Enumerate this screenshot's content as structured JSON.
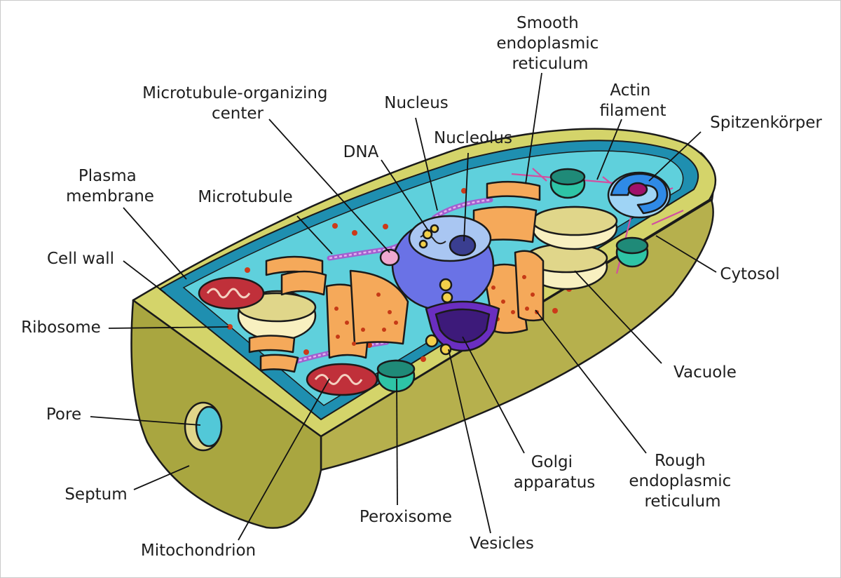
{
  "labels": {
    "smooth_er": [
      "Smooth",
      "endoplasmic",
      "reticulum"
    ],
    "actin": [
      "Actin",
      "filament"
    ],
    "spitzenkorper": [
      "Spitzenkörper"
    ],
    "mtoc": [
      "Microtubule-organizing",
      "center"
    ],
    "nucleus": [
      "Nucleus"
    ],
    "nucleolus": [
      "Nucleolus"
    ],
    "dna": [
      "DNA"
    ],
    "plasma_membrane": [
      "Plasma",
      "membrane"
    ],
    "microtubule": [
      "Microtubule"
    ],
    "cell_wall": [
      "Cell wall"
    ],
    "cytosol": [
      "Cytosol"
    ],
    "ribosome": [
      "Ribosome"
    ],
    "vacuole": [
      "Vacuole"
    ],
    "pore": [
      "Pore"
    ],
    "septum": [
      "Septum"
    ],
    "golgi": [
      "Golgi",
      "apparatus"
    ],
    "rough_er": [
      "Rough",
      "endoplasmic",
      "reticulum"
    ],
    "peroxisome": [
      "Peroxisome"
    ],
    "vesicles": [
      "Vesicles"
    ],
    "mitochondrion": [
      "Mitochondrion"
    ]
  },
  "colors": {
    "cell_wall": "#c9c85c",
    "cell_wall_shade": "#a9a64a",
    "plasma_membrane": "#1f8fb0",
    "cytosol": "#5fd0dc",
    "nucleus": "#6a72e6",
    "er": "#f5a95a",
    "golgi": "#6a2ec0",
    "mitochondrion": "#c0303a",
    "vacuole": "#efe6a6",
    "peroxisome": "#2ec4a6",
    "spitzenkorper": "#2f8ae6",
    "ribosome": "#cc3a1a",
    "microtubule": "#b97ad6"
  }
}
